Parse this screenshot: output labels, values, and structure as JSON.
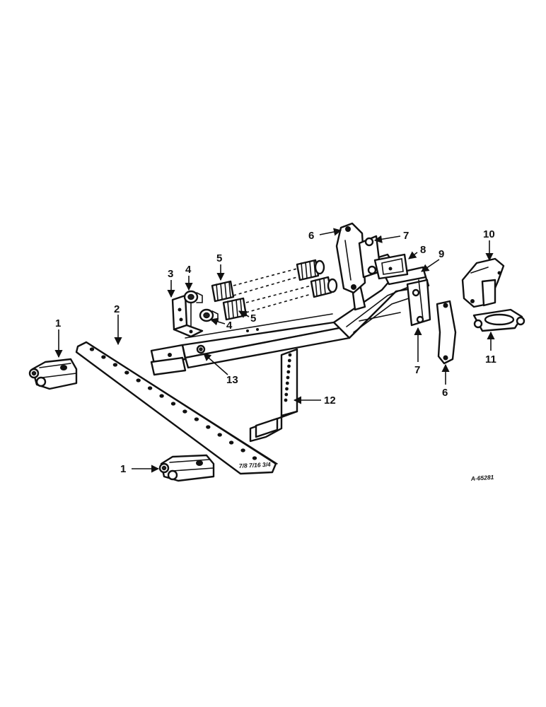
{
  "callouts": [
    {
      "id": "c1a",
      "text": "1"
    },
    {
      "id": "c1b",
      "text": "1"
    },
    {
      "id": "c2",
      "text": "2"
    },
    {
      "id": "c3",
      "text": "3"
    },
    {
      "id": "c4a",
      "text": "4"
    },
    {
      "id": "c4b",
      "text": "4"
    },
    {
      "id": "c5a",
      "text": "5"
    },
    {
      "id": "c5b",
      "text": "5"
    },
    {
      "id": "c6a",
      "text": "6"
    },
    {
      "id": "c6b",
      "text": "6"
    },
    {
      "id": "c7a",
      "text": "7"
    },
    {
      "id": "c7b",
      "text": "7"
    },
    {
      "id": "c8",
      "text": "8"
    },
    {
      "id": "c9",
      "text": "9"
    },
    {
      "id": "c10",
      "text": "10"
    },
    {
      "id": "c11",
      "text": "11"
    },
    {
      "id": "c12",
      "text": "12"
    },
    {
      "id": "c13",
      "text": "13"
    }
  ],
  "reference_code": "A-65281",
  "bar_stamp": "7/8 7/16 3/4"
}
